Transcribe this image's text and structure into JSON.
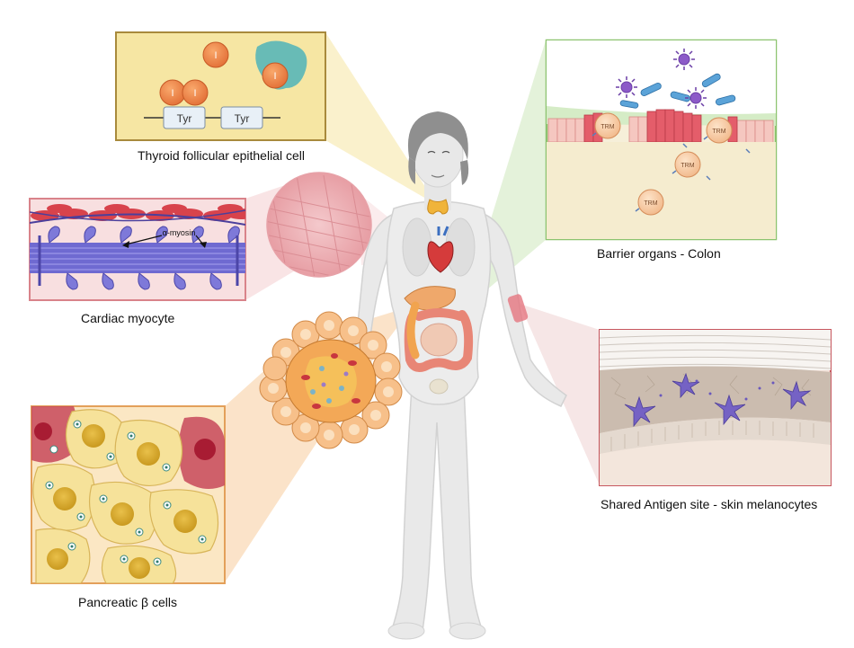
{
  "panels": {
    "thyroid": {
      "caption": "Thyroid follicular epithelial cell",
      "iodine_symbol": "I",
      "tyr_left": "Tyr",
      "tyr_right": "Tyr",
      "color": "#f6e6a3",
      "border": "#a88a3c"
    },
    "cardiac": {
      "caption": "Cardiac myocyte",
      "myosin_label": "α-myosin",
      "color": "#f6dcdc",
      "border": "#d9838a"
    },
    "pancreas": {
      "caption": "Pancreatic β cells",
      "color": "#fbe7c4",
      "border": "#e3a05a"
    },
    "colon": {
      "caption": "Barrier organs - Colon",
      "trm_label": "TRM",
      "color": "#f5ecd4",
      "border": "#8cc36f"
    },
    "skin": {
      "caption": "Shared Antigen site - skin melanocytes",
      "color": "#eadbd3",
      "border": "#c7575f"
    }
  }
}
